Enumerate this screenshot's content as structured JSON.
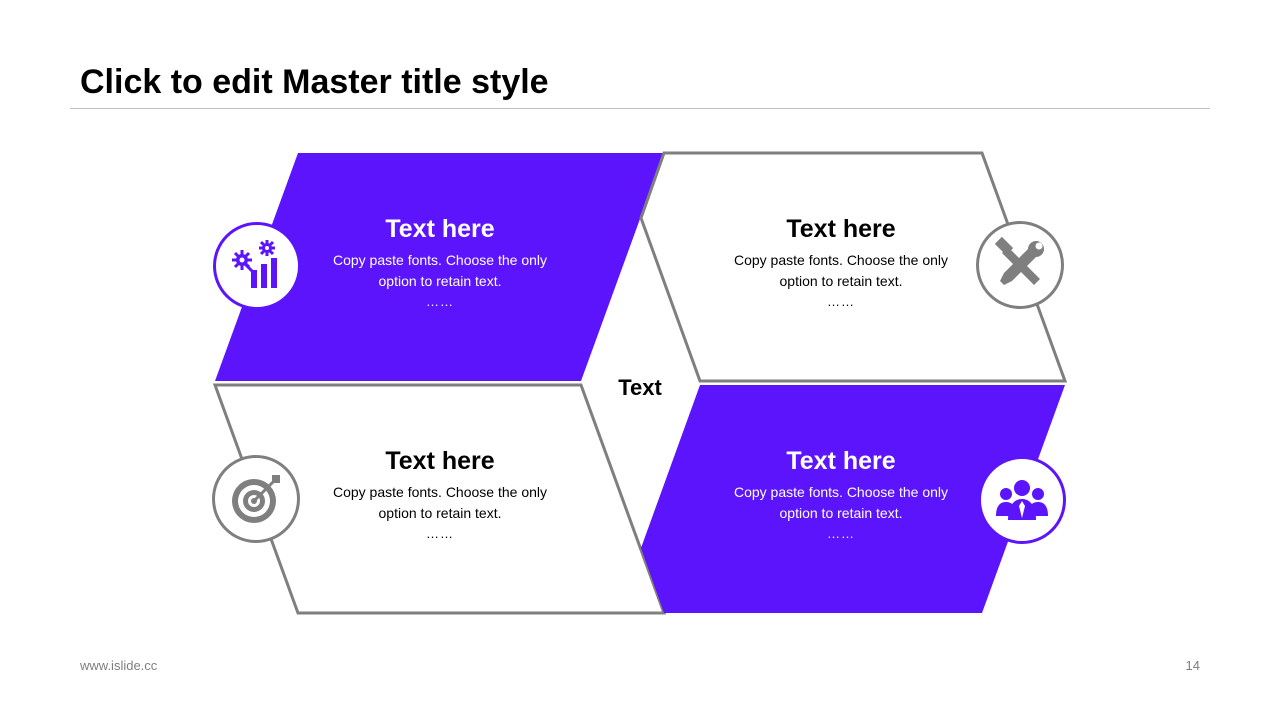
{
  "title": "Click to edit Master title style",
  "center_label": "Text",
  "colors": {
    "accent": "#5b14fc",
    "outline": "#7f7f7f",
    "icon_grey": "#7f7f7f"
  },
  "blocks": [
    {
      "heading": "Text here",
      "body": "Copy paste fonts. Choose the only option to retain text.",
      "dots": "……",
      "icon": "analytics-gears-icon"
    },
    {
      "heading": "Text here",
      "body": "Copy paste fonts. Choose the only option to retain text.",
      "dots": "……",
      "icon": "tools-icon"
    },
    {
      "heading": "Text here",
      "body": "Copy paste fonts. Choose the only option to retain text.",
      "dots": "……",
      "icon": "target-icon"
    },
    {
      "heading": "Text here",
      "body": "Copy paste fonts. Choose the only option to retain text.",
      "dots": "……",
      "icon": "team-icon"
    }
  ],
  "footer": {
    "url": "www.islide.cc",
    "page": "14"
  }
}
